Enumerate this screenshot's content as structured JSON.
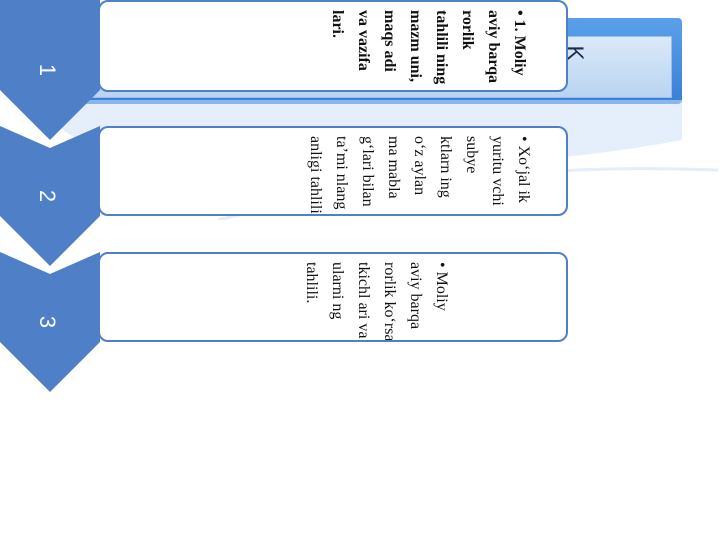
{
  "banner": {
    "title": "K"
  },
  "steps": [
    {
      "number": "1",
      "text": "1. Moliy aviy barqa rorlik tahlili ning mazm uni, maqs adi va vazifa lari."
    },
    {
      "number": "2",
      "text": "Xo‘jal ik yuritu vchi subye ktlarn ing o‘z aylan ma mabla g‘lari bilan ta’mi nlang anligi tahlili"
    },
    {
      "number": "3",
      "text": "Moliy aviy barqa rorlik ko‘rsa tkichl ari va ularni ng tahlili."
    }
  ],
  "colors": {
    "chevron": "#4f7fc7",
    "card_border": "#4f7fc7",
    "banner": "#3b7fd6"
  }
}
